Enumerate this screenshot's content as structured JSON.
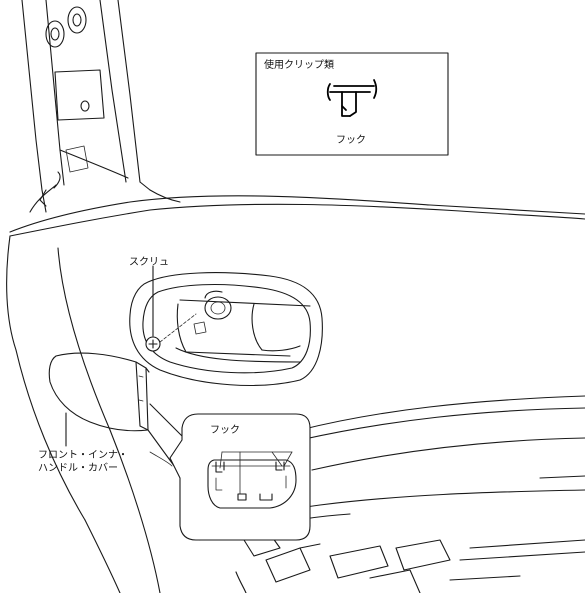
{
  "legend": {
    "title": "使用クリップ類",
    "clip_name": "フック"
  },
  "labels": {
    "screw": "スクリュ",
    "hook_detail": "フック",
    "cover_line1": "フロント・インナ・",
    "cover_line2": "ハンドル・カバー"
  }
}
